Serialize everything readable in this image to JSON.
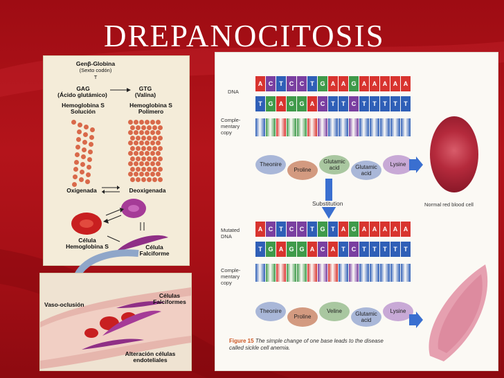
{
  "slide": {
    "title": "DREPANOCITOSIS",
    "colors": {
      "background": "#a50f16",
      "title_text": "#ffffff"
    }
  },
  "left_top_panel": {
    "gene_label": "Genβ-Globina",
    "codon_label": "(Sexto codón)",
    "t_label": "T",
    "gag": "GAG",
    "gag_meaning": "(Ácido glutámico)",
    "gtg": "GTG",
    "gtg_meaning": "(Valina)",
    "hbs_solution": "Hemoglobina S\nSolución",
    "hbs_polymer": "Hemoglobina S\nPolímero",
    "oxygenated": "Oxigenada",
    "deoxygenated": "Deoxigenada",
    "cell_hbs": "Célula\nHemoglobina S",
    "sickle_cell": "Célula\nFalciforme"
  },
  "left_bottom_panel": {
    "vaso_occlusion": "Vaso-oclusión",
    "sickle_cells": "Células\nFalciformes",
    "endothelial": "Alteración células\nendoteliales"
  },
  "right_panel": {
    "dna_label": "DNA",
    "complementary_label": "Comple-\nmentary\ncopy",
    "mutated_label": "Mutated\nDNA",
    "complementary_label_2": "Comple-\nmentary\ncopy",
    "dna_top": [
      "A",
      "C",
      "T",
      "C",
      "C",
      "T",
      "G",
      "A",
      "A",
      "G",
      "A",
      "A",
      "A",
      "A",
      "A"
    ],
    "dna_bottom": [
      "T",
      "G",
      "A",
      "G",
      "G",
      "A",
      "C",
      "T",
      "T",
      "C",
      "T",
      "T",
      "T",
      "T",
      "T"
    ],
    "mut_top": [
      "A",
      "C",
      "T",
      "C",
      "C",
      "T",
      "G",
      "T",
      "A",
      "G",
      "A",
      "A",
      "A",
      "A",
      "A"
    ],
    "mut_bottom": [
      "T",
      "G",
      "A",
      "G",
      "G",
      "A",
      "C",
      "A",
      "T",
      "C",
      "T",
      "T",
      "T",
      "T",
      "T"
    ],
    "amino_top": [
      "Theonire",
      "Proline",
      "Glutamic\nacid",
      "Glutamic\nacid",
      "Lysine"
    ],
    "amino_bottom": [
      "Theonire",
      "Proline",
      "Veline",
      "Glutamic\nacid",
      "Lysine"
    ],
    "substitution": "Substitution",
    "normal_cell": "Normal red blood cell",
    "figure_label": "Figure 15",
    "caption": "The simple change of one base leads to the disease called sickle cell anemia."
  }
}
